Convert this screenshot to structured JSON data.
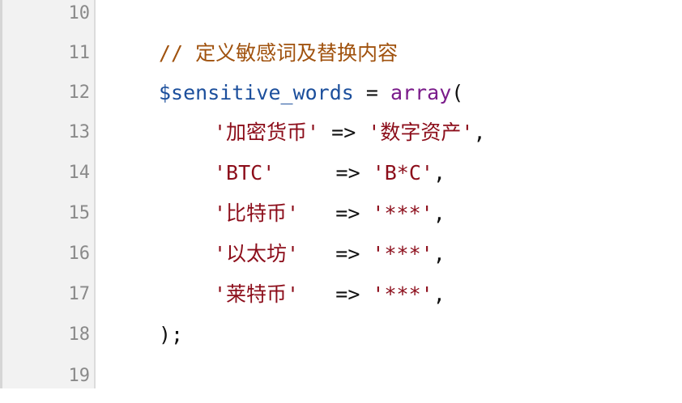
{
  "editor": {
    "colors": {
      "comment": "#a0520e",
      "variable": "#1c4f9c",
      "function": "#7a1b8a",
      "string": "#8c0d1a",
      "line_number": "#8a8a8a",
      "gutter_bg": "#f2f2f2"
    },
    "lines": [
      {
        "number": "10"
      },
      {
        "number": "11",
        "comment": "// 定义敏感词及替换内容"
      },
      {
        "number": "12",
        "variable": "$sensitive_words",
        "op": " = ",
        "func": "array",
        "paren": "("
      },
      {
        "number": "13",
        "key": "'加密货币'",
        "arrow": " => ",
        "value": "'数字资产'",
        "comma": ","
      },
      {
        "number": "14",
        "key": "'BTC'",
        "arrow": "     => ",
        "value": "'B*C'",
        "comma": ","
      },
      {
        "number": "15",
        "key": "'比特币'",
        "arrow": "   => ",
        "value": "'***'",
        "comma": ","
      },
      {
        "number": "16",
        "key": "'以太坊'",
        "arrow": "   => ",
        "value": "'***'",
        "comma": ","
      },
      {
        "number": "17",
        "key": "'莱特币'",
        "arrow": "   => ",
        "value": "'***'",
        "comma": ","
      },
      {
        "number": "18",
        "close": ");"
      },
      {
        "number": "19"
      }
    ]
  }
}
